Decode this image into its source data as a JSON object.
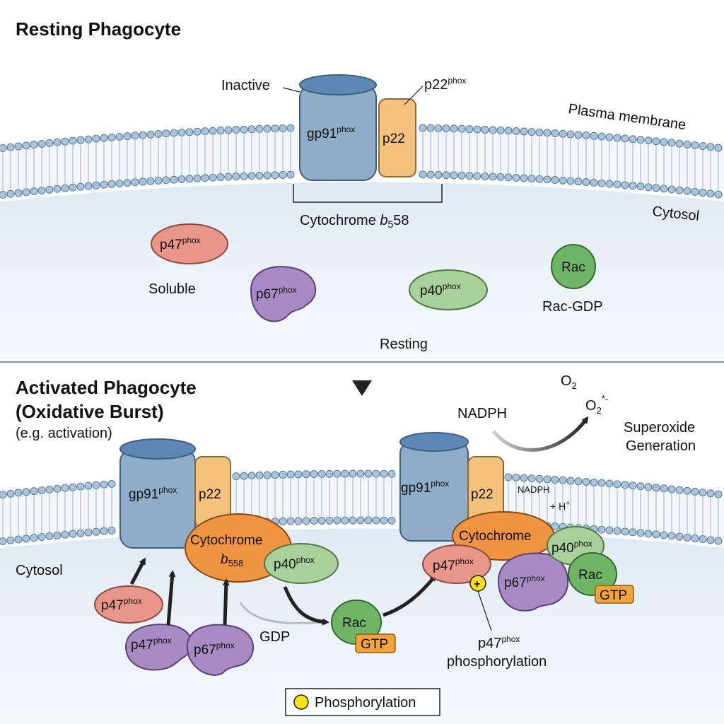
{
  "top": {
    "title": "Resting Phagocyte",
    "inactive": "Inactive",
    "p22phox_label": "p22",
    "p22phox_sup": "phox",
    "plasma_membrane": "Plasma membrane",
    "cytosol": "Cytosol",
    "gp91": "gp91",
    "gp91_sup": "phox",
    "p22": "p22",
    "cytochrome_label": "Cytochrome ",
    "cytochrome_b": "b",
    "cytochrome_sub": "5",
    "cytochrome_num": "58",
    "p47": "p47",
    "p67": "p67",
    "p40": "p40",
    "phox": "phox",
    "soluble": "Soluble",
    "rac": "Rac",
    "rac_gdp": "Rac-GDP",
    "resting": "Resting"
  },
  "bottom": {
    "title_line1": "Activated Phagocyte",
    "title_line2": "(Oxidative Burst)",
    "subtitle": "(e.g. activation)",
    "cytosol": "Cytosol",
    "gp91": "gp91",
    "p22": "p22",
    "phox": "phox",
    "cytochrome": "Cytochrome",
    "b558_b": "b",
    "b558_sub": "558",
    "p40": "p40",
    "p47": "p47",
    "p67": "p67",
    "gdp": "GDP",
    "rac": "Rac",
    "gtp": "GTP",
    "nadph": "NADPH",
    "o2": "O",
    "o2_sub": "2",
    "o2_rad_sup": "*-",
    "superoxide_line1": "Superoxide",
    "superoxide_line2": "Generation",
    "nadph_small": "NADPH",
    "h_plus": "+ H",
    "h_sup": "+",
    "p47_phos_line2": "phosphorylation",
    "plus_sign": "+"
  },
  "legend": {
    "label": "Phosphorylation"
  },
  "colors": {
    "gp91": "#8fadc9",
    "p22": "#f5c27d",
    "p47": "#e8958a",
    "p67": "#a88bc4",
    "p40": "#a9cf9a",
    "rac": "#6fb566",
    "gtp": "#f2a43a",
    "cytochrome": "#ef9440",
    "phospho": "#f5e11a"
  }
}
